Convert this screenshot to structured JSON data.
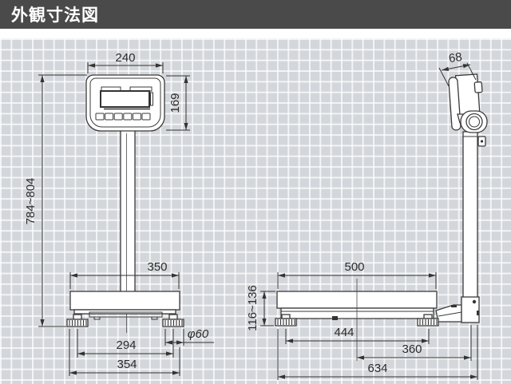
{
  "header": {
    "title": "外観寸法図"
  },
  "colors": {
    "header_bg": "#4a4a4b",
    "header_text": "#ffffff",
    "grid_bg": "#d3d6da",
    "grid_line": "#ffffff",
    "line": "#333333"
  },
  "dims": {
    "front": {
      "head_width": "240",
      "head_height": "169",
      "overall_height": "784~804",
      "platform_width": "350",
      "feet_pitch": "294",
      "base_width": "354",
      "foot_diameter": "φ60"
    },
    "side": {
      "head_depth": "68",
      "platform_depth": "500",
      "platform_height": "116~136",
      "feet_pitch": "444",
      "center_to_pole": "360",
      "overall_depth": "634"
    }
  }
}
